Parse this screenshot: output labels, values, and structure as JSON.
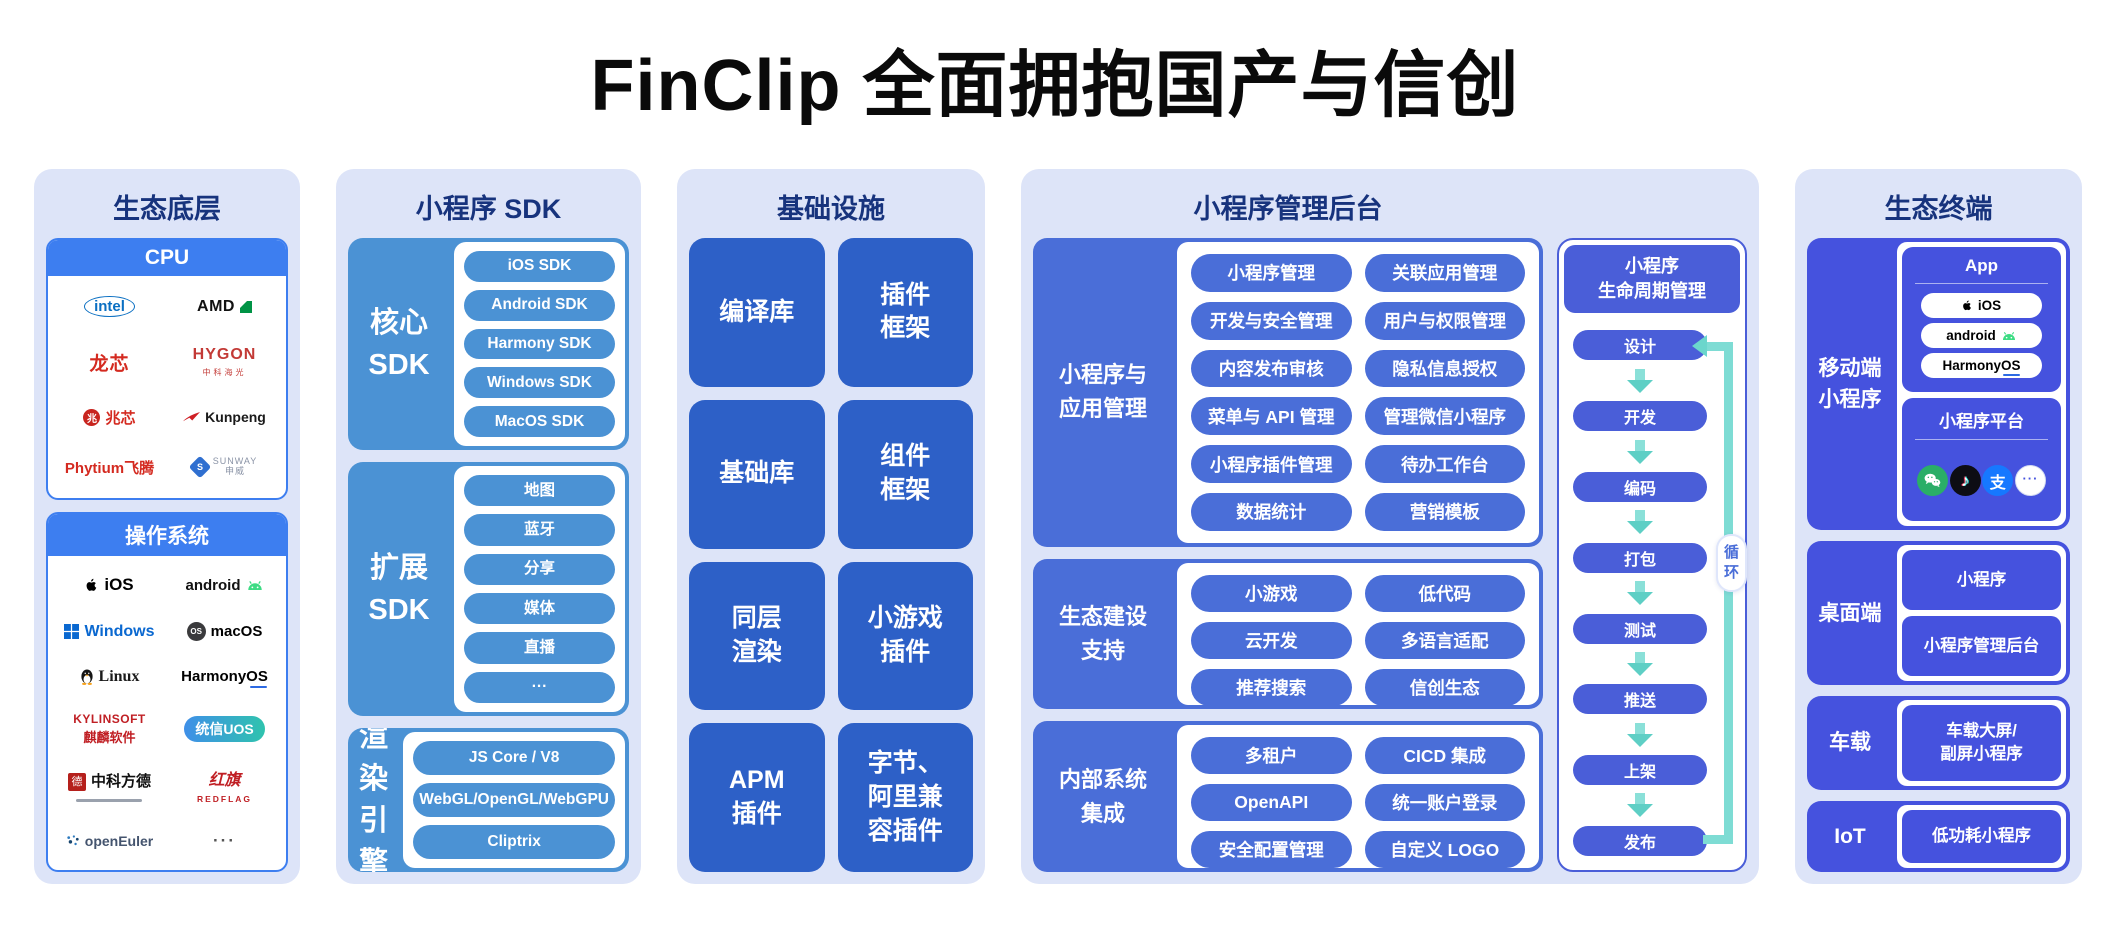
{
  "title": "FinClip 全面拥抱国产与信创",
  "colors": {
    "panel_bg": "#dde4f8",
    "header_text": "#17337d",
    "azure": "#3d7ef0",
    "sky_blue": "#4b92d4",
    "deep_blue": "#2d60c7",
    "indigo": "#4a6ed8",
    "royal": "#4a5ed8",
    "violet_blue": "#4552de",
    "teal_arrow": "#7edcd4"
  },
  "icons": {
    "zhaoxin_glyph": "兆",
    "sunway_glyph": "S",
    "macos_badge": "OS",
    "fangde_glyph": "德",
    "douyin_note": "♪",
    "alipay_glyph": "支",
    "platform_more": "···"
  },
  "panels": {
    "base": {
      "header": "生态底层",
      "cpu": {
        "title": "CPU",
        "logos": {
          "intel": "intel",
          "amd": "AMD",
          "loongson": "龙芯",
          "hygon": "HYGON",
          "hygon_sub": "中科海光",
          "zhaoxin": "兆芯",
          "kunpeng": "Kunpeng",
          "phytium": "Phytium飞腾",
          "sunway": "SUNWAY",
          "sunway_sub": "申威"
        }
      },
      "os": {
        "title": "操作系统",
        "logos": {
          "ios": "iOS",
          "android": "android",
          "windows": "Windows",
          "macos": "macOS",
          "linux": "Linux",
          "harmony": "HarmonyOS",
          "kylin": "KYLINSOFT",
          "kylin_sub": "麒麟软件",
          "uos": "统信UOS",
          "fangde": "中科方德",
          "redflag": "红旗",
          "redflag_sub": "REDFLAG",
          "openeuler": "openEuler",
          "more": "···"
        }
      }
    },
    "sdk": {
      "header": "小程序 SDK",
      "groups": [
        {
          "label": "核心\nSDK",
          "items": [
            "iOS SDK",
            "Android SDK",
            "Harmony SDK",
            "Windows SDK",
            "MacOS SDK"
          ]
        },
        {
          "label": "扩展\nSDK",
          "items": [
            "地图",
            "蓝牙",
            "分享",
            "媒体",
            "直播",
            "···"
          ]
        },
        {
          "label": "渲染\n引擎",
          "items": [
            "JS Core / V8",
            "WebGL/OpenGL/WebGPU",
            "Cliptrix"
          ]
        }
      ]
    },
    "infra": {
      "header": "基础设施",
      "cells": [
        "编译库",
        "插件\n框架",
        "基础库",
        "组件\n框架",
        "同层\n渲染",
        "小游戏\n插件",
        "APM\n插件",
        "字节、\n阿里兼\n容插件"
      ]
    },
    "admin": {
      "header": "小程序管理后台",
      "sections": [
        {
          "label": "小程序与\n应用管理",
          "items": [
            "小程序管理",
            "关联应用管理",
            "开发与安全管理",
            "用户与权限管理",
            "内容发布审核",
            "隐私信息授权",
            "菜单与 API 管理",
            "管理微信小程序",
            "小程序插件管理",
            "待办工作台",
            "数据统计",
            "营销模板"
          ]
        },
        {
          "label": "生态建设\n支持",
          "items": [
            "小游戏",
            "低代码",
            "云开发",
            "多语言适配",
            "推荐搜索",
            "信创生态"
          ]
        },
        {
          "label": "内部系统\n集成",
          "items": [
            "多租户",
            "CICD 集成",
            "OpenAPI",
            "统一账户登录",
            "安全配置管理",
            "自定义 LOGO"
          ]
        }
      ],
      "lifecycle": {
        "header": "小程序\n生命周期管理",
        "steps": [
          "设计",
          "开发",
          "编码",
          "打包",
          "测试",
          "推送",
          "上架",
          "发布"
        ],
        "loop_label": "循环"
      }
    },
    "terminals": {
      "header": "生态终端",
      "mobile": {
        "label": "移动端\n小程序",
        "app_title": "App",
        "app_items": {
          "ios": "iOS",
          "android": "android",
          "harmony": "HarmonyOS"
        },
        "platform_title": "小程序平台"
      },
      "desktop": {
        "label": "桌面端",
        "items": [
          "小程序",
          "小程序管理后台"
        ]
      },
      "car": {
        "label": "车载",
        "items": [
          "车载大屏/\n副屏小程序"
        ]
      },
      "iot": {
        "label": "IoT",
        "items": [
          "低功耗小程序"
        ]
      }
    }
  }
}
